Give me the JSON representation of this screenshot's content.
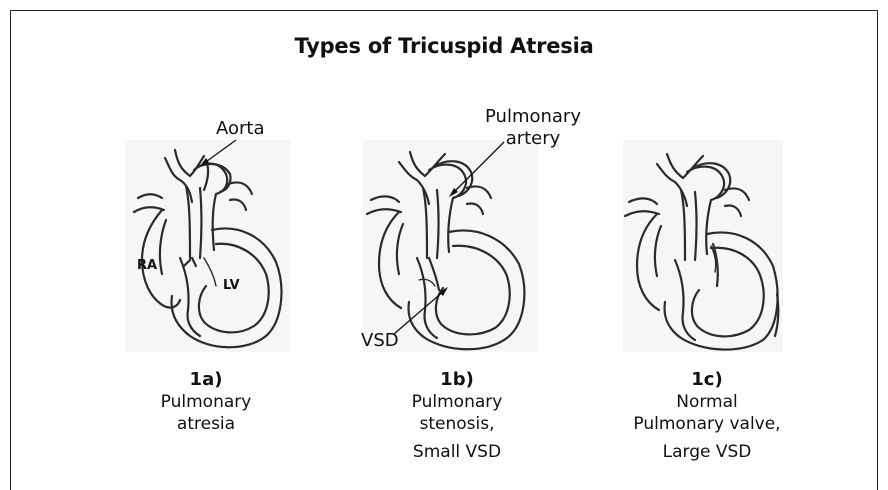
{
  "title": "Types of Tricuspid Atresia",
  "labels": {
    "aorta": "Aorta",
    "pulmonary_artery_line1": "Pulmonary",
    "pulmonary_artery_line2": "artery",
    "vsd": "VSD",
    "ra": "RA",
    "lv": "LV"
  },
  "panels": [
    {
      "id": "1a)",
      "lines": [
        "Pulmonary",
        "atresia"
      ]
    },
    {
      "id": "1b)",
      "lines": [
        "Pulmonary",
        "stenosis,",
        "Small VSD"
      ]
    },
    {
      "id": "1c)",
      "lines": [
        "Normal",
        "Pulmonary valve,",
        "Large VSD"
      ]
    }
  ]
}
